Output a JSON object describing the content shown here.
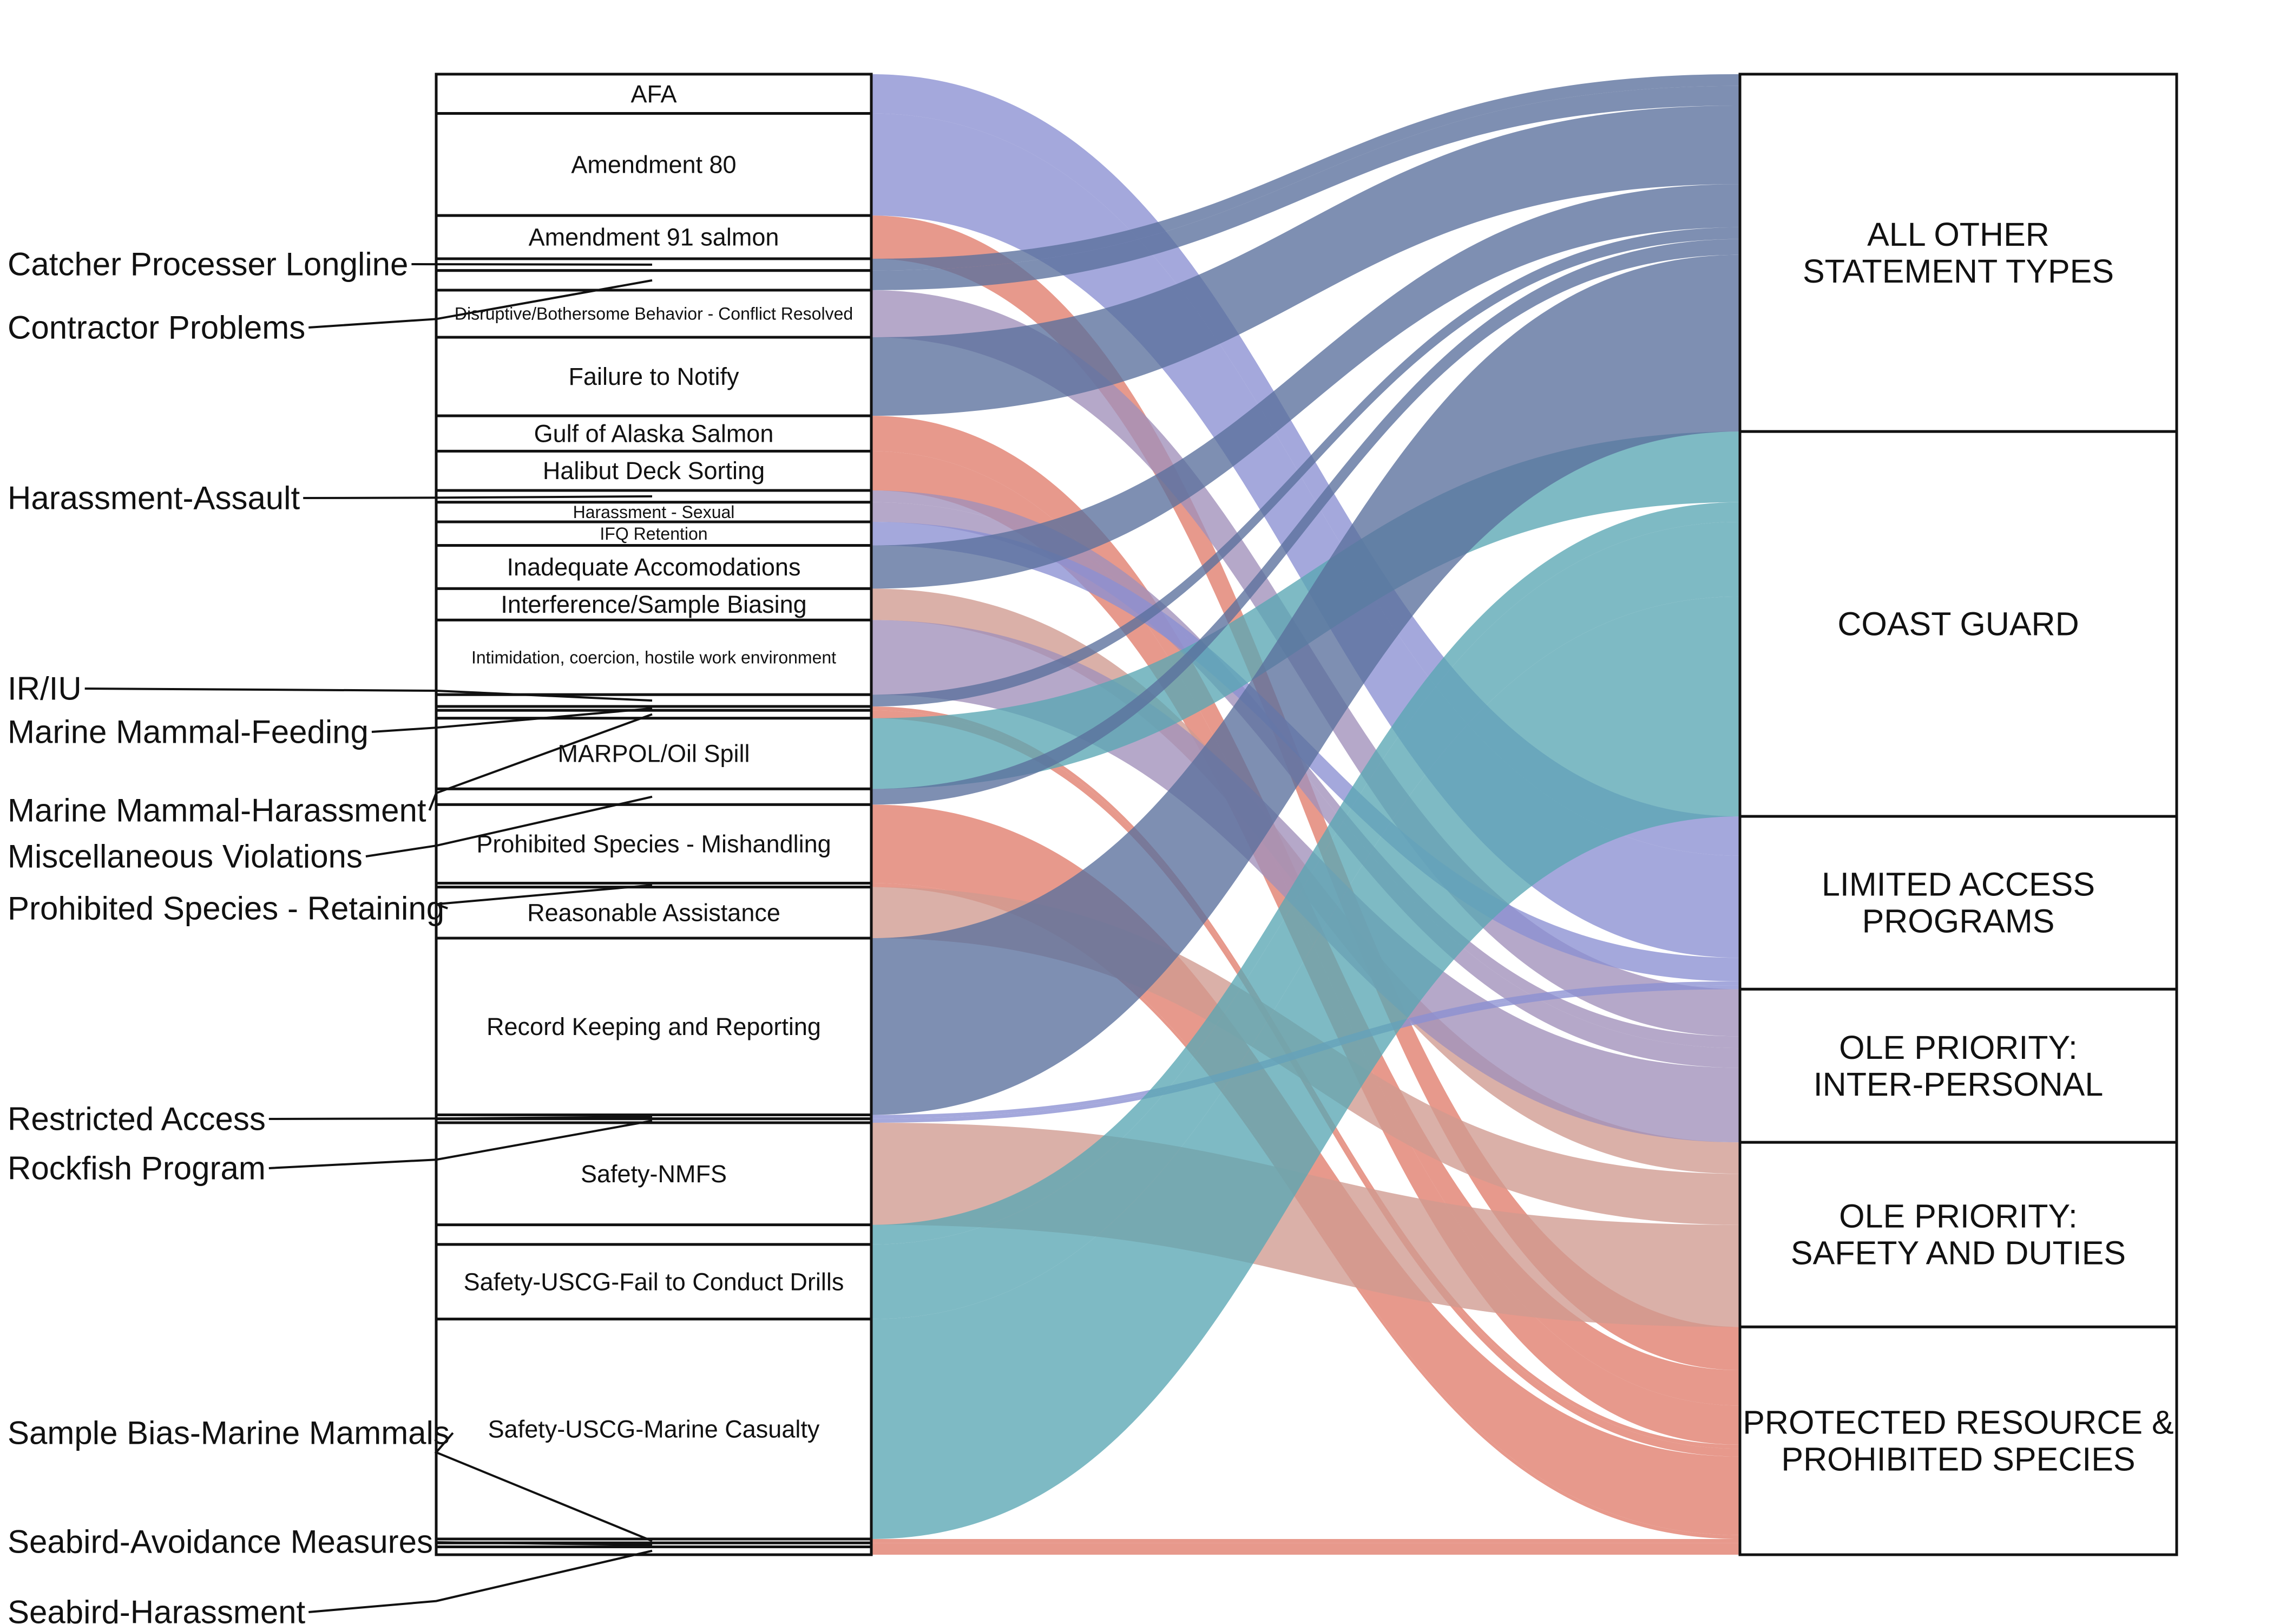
{
  "colors": {
    "ALL OTHER STATEMENT TYPES": "#5a6f9c",
    "COAST GUARD": "#5aa6b3",
    "LIMITED ACCESS PROGRAMS": "#8a8fd2",
    "OLE PRIORITY: INTER-PERSONAL": "#a08fba",
    "OLE PRIORITY: SAFETY AND DUTIES": "#cf9a8f",
    "PROTECTED RESOURCE & PROHIBITED SPECIES": "#e07c6c"
  },
  "chart_data": {
    "type": "sankey",
    "title": "",
    "sources": [
      {
        "name": "AFA",
        "value": 10
      },
      {
        "name": "Amendment 80",
        "value": 26
      },
      {
        "name": "Amendment 91 salmon",
        "value": 11
      },
      {
        "name": "Catcher Processer Longline",
        "value": 3
      },
      {
        "name": "Contractor Problems",
        "value": 5
      },
      {
        "name": "Disruptive/Bothersome Behavior - Conflict Resolved",
        "value": 12
      },
      {
        "name": "Failure to Notify",
        "value": 20
      },
      {
        "name": "Gulf of Alaska Salmon",
        "value": 9
      },
      {
        "name": "Halibut Deck Sorting",
        "value": 10
      },
      {
        "name": "Harassment-Assault",
        "value": 3
      },
      {
        "name": "Harassment - Sexual",
        "value": 5
      },
      {
        "name": "IFQ Retention",
        "value": 6
      },
      {
        "name": "Inadequate Accomodations",
        "value": 11
      },
      {
        "name": "Interference/Sample Biasing",
        "value": 8
      },
      {
        "name": "Intimidation, coercion, hostile work environment",
        "value": 19
      },
      {
        "name": "IR/IU",
        "value": 3
      },
      {
        "name": "Marine Mammal-Feeding",
        "value": 1
      },
      {
        "name": "Marine Mammal-Harassment",
        "value": 2
      },
      {
        "name": "MARPOL/Oil Spill",
        "value": 18
      },
      {
        "name": "Miscellaneous Violations",
        "value": 4
      },
      {
        "name": "Prohibited Species - Mishandling",
        "value": 20
      },
      {
        "name": "Prohibited Species - Retaining",
        "value": 1
      },
      {
        "name": "Reasonable Assistance",
        "value": 13
      },
      {
        "name": "Record Keeping and Reporting",
        "value": 45
      },
      {
        "name": "Restricted Access",
        "value": 1
      },
      {
        "name": "Rockfish Program",
        "value": 1
      },
      {
        "name": "Safety-NMFS",
        "value": 26
      },
      {
        "name": "Safety-USCG-Fail to Conduct Drills",
        "value": 5
      },
      {
        "name": "Safety-USCG-Fail to Conduct Drills ",
        "value": 19
      },
      {
        "name": "Safety-USCG-Marine Casualty",
        "value": 56
      },
      {
        "name": "Sample Bias-Marine Mammals",
        "value": 1
      },
      {
        "name": "Seabird-Avoidance Measures",
        "value": 1
      },
      {
        "name": "Seabird-Harassment",
        "value": 2
      }
    ],
    "targets": [
      {
        "name": "ALL OTHER STATEMENT TYPES",
        "lines": [
          "ALL OTHER",
          "STATEMENT TYPES"
        ]
      },
      {
        "name": "COAST GUARD",
        "lines": [
          "COAST GUARD"
        ]
      },
      {
        "name": "LIMITED ACCESS PROGRAMS",
        "lines": [
          "LIMITED ACCESS",
          "PROGRAMS"
        ]
      },
      {
        "name": "OLE PRIORITY: INTER-PERSONAL",
        "lines": [
          "OLE PRIORITY:",
          "INTER-PERSONAL"
        ]
      },
      {
        "name": "OLE PRIORITY: SAFETY AND DUTIES",
        "lines": [
          "OLE PRIORITY:",
          "SAFETY AND DUTIES"
        ]
      },
      {
        "name": "PROTECTED RESOURCE & PROHIBITED SPECIES",
        "lines": [
          "PROTECTED RESOURCE &",
          "PROHIBITED SPECIES"
        ]
      }
    ],
    "links": [
      {
        "source": "AFA",
        "target": "LIMITED ACCESS PROGRAMS",
        "value": 10
      },
      {
        "source": "Amendment 80",
        "target": "LIMITED ACCESS PROGRAMS",
        "value": 26
      },
      {
        "source": "Amendment 91 salmon",
        "target": "PROTECTED RESOURCE & PROHIBITED SPECIES",
        "value": 11
      },
      {
        "source": "Catcher Processer Longline",
        "target": "ALL OTHER STATEMENT TYPES",
        "value": 3
      },
      {
        "source": "Contractor Problems",
        "target": "ALL OTHER STATEMENT TYPES",
        "value": 5
      },
      {
        "source": "Disruptive/Bothersome Behavior - Conflict Resolved",
        "target": "OLE PRIORITY: INTER-PERSONAL",
        "value": 12
      },
      {
        "source": "Failure to Notify",
        "target": "ALL OTHER STATEMENT TYPES",
        "value": 20
      },
      {
        "source": "Gulf of Alaska Salmon",
        "target": "PROTECTED RESOURCE & PROHIBITED SPECIES",
        "value": 9
      },
      {
        "source": "Halibut Deck Sorting",
        "target": "PROTECTED RESOURCE & PROHIBITED SPECIES",
        "value": 10
      },
      {
        "source": "Harassment-Assault",
        "target": "OLE PRIORITY: INTER-PERSONAL",
        "value": 3
      },
      {
        "source": "Harassment - Sexual",
        "target": "OLE PRIORITY: INTER-PERSONAL",
        "value": 5
      },
      {
        "source": "IFQ Retention",
        "target": "LIMITED ACCESS PROGRAMS",
        "value": 6
      },
      {
        "source": "Inadequate Accomodations",
        "target": "ALL OTHER STATEMENT TYPES",
        "value": 11
      },
      {
        "source": "Interference/Sample Biasing",
        "target": "OLE PRIORITY: SAFETY AND DUTIES",
        "value": 8
      },
      {
        "source": "Intimidation, coercion, hostile work environment",
        "target": "OLE PRIORITY: INTER-PERSONAL",
        "value": 19
      },
      {
        "source": "IR/IU",
        "target": "ALL OTHER STATEMENT TYPES",
        "value": 3
      },
      {
        "source": "Marine Mammal-Feeding",
        "target": "PROTECTED RESOURCE & PROHIBITED SPECIES",
        "value": 1
      },
      {
        "source": "Marine Mammal-Harassment",
        "target": "PROTECTED RESOURCE & PROHIBITED SPECIES",
        "value": 2
      },
      {
        "source": "MARPOL/Oil Spill",
        "target": "COAST GUARD",
        "value": 18
      },
      {
        "source": "Miscellaneous Violations",
        "target": "ALL OTHER STATEMENT TYPES",
        "value": 4
      },
      {
        "source": "Prohibited Species - Mishandling",
        "target": "PROTECTED RESOURCE & PROHIBITED SPECIES",
        "value": 20
      },
      {
        "source": "Prohibited Species - Retaining",
        "target": "PROTECTED RESOURCE & PROHIBITED SPECIES",
        "value": 1
      },
      {
        "source": "Reasonable Assistance",
        "target": "OLE PRIORITY: SAFETY AND DUTIES",
        "value": 13
      },
      {
        "source": "Record Keeping and Reporting",
        "target": "ALL OTHER STATEMENT TYPES",
        "value": 45
      },
      {
        "source": "Restricted Access",
        "target": "LIMITED ACCESS PROGRAMS",
        "value": 1
      },
      {
        "source": "Rockfish Program",
        "target": "LIMITED ACCESS PROGRAMS",
        "value": 1
      },
      {
        "source": "Safety-NMFS",
        "target": "OLE PRIORITY: SAFETY AND DUTIES",
        "value": 26
      },
      {
        "source": "Safety-USCG-Fail to Conduct Drills",
        "target": "COAST GUARD",
        "value": 5
      },
      {
        "source": "Safety-USCG-Fail to Conduct Drills ",
        "target": "COAST GUARD",
        "value": 19
      },
      {
        "source": "Safety-USCG-Marine Casualty",
        "target": "COAST GUARD",
        "value": 56
      },
      {
        "source": "Sample Bias-Marine Mammals",
        "target": "PROTECTED RESOURCE & PROHIBITED SPECIES",
        "value": 1
      },
      {
        "source": "Seabird-Avoidance Measures",
        "target": "PROTECTED RESOURCE & PROHIBITED SPECIES",
        "value": 1
      },
      {
        "source": "Seabird-Harassment",
        "target": "PROTECTED RESOURCE & PROHIBITED SPECIES",
        "value": 2
      }
    ],
    "inside_labels": [
      {
        "source": "AFA",
        "text": "AFA"
      },
      {
        "source": "Amendment 80",
        "text": "Amendment 80"
      },
      {
        "source": "Amendment 91 salmon",
        "text": "Amendment 91 salmon"
      },
      {
        "source": "Disruptive/Bothersome Behavior - Conflict Resolved",
        "text": "Disruptive/Bothersome Behavior - Conflict Resolved",
        "small": true
      },
      {
        "source": "Failure to Notify",
        "text": "Failure to Notify"
      },
      {
        "source": "Gulf of Alaska Salmon",
        "text": "Gulf of Alaska Salmon"
      },
      {
        "source": "Halibut Deck Sorting",
        "text": "Halibut Deck Sorting"
      },
      {
        "source": "Harassment - Sexual",
        "text": "Harassment - Sexual",
        "small": true
      },
      {
        "source": "IFQ Retention",
        "text": "IFQ Retention",
        "small": true
      },
      {
        "source": "Inadequate Accomodations",
        "text": "Inadequate Accomodations"
      },
      {
        "source": "Interference/Sample Biasing",
        "text": "Interference/Sample Biasing"
      },
      {
        "source": "Intimidation, coercion, hostile work environment",
        "text": "Intimidation, coercion, hostile work environment",
        "small": true
      },
      {
        "source": "MARPOL/Oil Spill",
        "text": "MARPOL/Oil Spill"
      },
      {
        "source": "Prohibited Species - Mishandling",
        "text": "Prohibited Species - Mishandling"
      },
      {
        "source": "Reasonable Assistance",
        "text": "Reasonable Assistance"
      },
      {
        "source": "Record Keeping and Reporting",
        "text": "Record Keeping and Reporting"
      },
      {
        "source": "Safety-NMFS",
        "text": "Safety-NMFS"
      },
      {
        "source": "Safety-USCG-Fail to Conduct Drills ",
        "text": "Safety-USCG-Fail to Conduct Drills"
      },
      {
        "source": "Safety-USCG-Marine Casualty",
        "text": "Safety-USCG-Marine Casualty"
      }
    ],
    "outside_labels": [
      "Catcher Processer Longline",
      "Contractor Problems",
      "Harassment-Assault",
      "IR/IU",
      "Marine Mammal-Feeding",
      "Marine Mammal-Harassment",
      "Miscellaneous Violations",
      "Prohibited Species - Retaining",
      "Restricted Access",
      "Rockfish Program",
      "Sample Bias-Marine Mammals",
      "Seabird-Avoidance Measures",
      "Seabird-Harassment"
    ]
  }
}
